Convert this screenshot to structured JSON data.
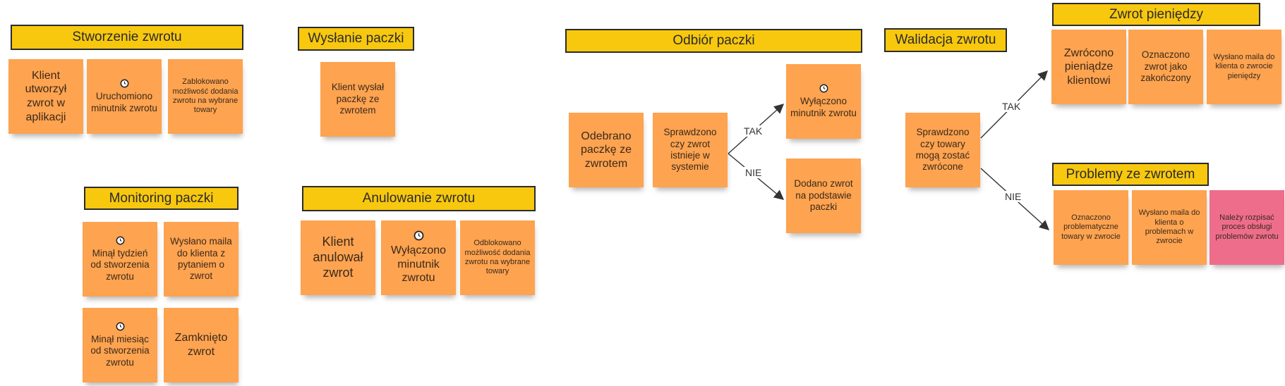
{
  "headers": {
    "stworzenie": "Stworzenie zwrotu",
    "wyslanie": "Wysłanie paczki",
    "odbior": "Odbiór paczki",
    "walidacja": "Walidacja zwrotu",
    "zwrot_pieniedzy": "Zwrot pieniędzy",
    "monitoring": "Monitoring paczki",
    "anulowanie": "Anulowanie zwrotu",
    "problemy": "Problemy ze zwrotem"
  },
  "notes": {
    "klient_utworzyl": "Klient utworzył zwrot w aplikacji",
    "uruchomiono_minutnik": "Uruchomiono minutnik zwrotu",
    "zablokowano": "Zablokowano możliwość dodania zwrotu na wybrane towary",
    "klient_wyslal": "Klient wysłał paczkę ze zwrotem",
    "odebrano": "Odebrano paczkę ze zwrotem",
    "sprawdzono_istnieje": "Sprawdzono czy zwrot istnieje w systemie",
    "wylaczono_minutnik_odbior": "Wyłączono minutnik zwrotu",
    "dodano_zwrot": "Dodano zwrot na podstawie paczki",
    "sprawdzono_towary": "Sprawdzono czy towary mogą zostać zwrócone",
    "zwrocono_pieniadze": "Zwrócono pieniądze klientowi",
    "oznaczono_zakonczony": "Oznaczono zwrot jako zakończony",
    "wyslano_maila_pieniadze": "Wysłano maila do klienta o zwrocie pieniędzy",
    "minal_tydzien": "Minął tydzień od stworzenia zwrotu",
    "wyslano_maila_pytanie": "Wysłano maila do klienta z pytaniem o zwrot",
    "minal_miesiac": "Minął miesiąc od stworzenia zwrotu",
    "zamknieto": "Zamknięto zwrot",
    "klient_anulowal": "Klient anulował zwrot",
    "wylaczono_minutnik_anul": "Wyłączono minutnik zwrotu",
    "odblokowano": "Odblokowano możliwość dodania zwrotu na wybrane towary",
    "oznaczono_problematyczne": "Oznaczono problematyczne towary w zwrocie",
    "wyslano_maila_problemy": "Wysłano maila do klienta o problemach w zwrocie",
    "nalezy_rozpisac": "Należy rozpisać proces obsługi problemów zwrotu"
  },
  "edge_labels": {
    "odbior_tak": "TAK",
    "odbior_nie": "NIE",
    "walidacja_tak": "TAK",
    "walidacja_nie": "NIE"
  },
  "colors": {
    "header": "#f8c80e",
    "note": "#fea350",
    "note_pink": "#ee6d8a"
  },
  "icons": {
    "timer": "timer-icon"
  }
}
